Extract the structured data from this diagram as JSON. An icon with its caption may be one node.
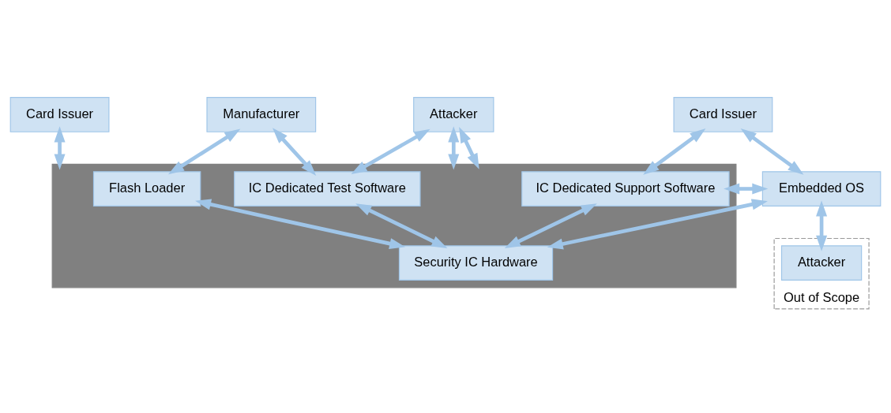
{
  "diagram": {
    "nodes": [
      {
        "text": [
          "Manufacturer"
        ]
      },
      {
        "text": [
          "Card Issuer"
        ]
      },
      {
        "text": [
          "Card Issuer"
        ]
      },
      {
        "text": [],
        "shape": "box"
      },
      {
        "text": [
          "Flash Loader"
        ],
        "in": 3
      },
      {
        "text": [
          "Attacker"
        ]
      },
      {
        "text": [
          "Out of Scope"
        ]
      },
      {
        "text": [
          "IC Dedicated Test Software"
        ],
        "in": 3
      },
      {
        "text": [
          "IC Dedicated Support Software"
        ],
        "in": 3
      },
      {
        "text": [
          "Embedded OS"
        ]
      },
      {
        "text": [
          "Attacker"
        ],
        "in": 6
      },
      {
        "text": [
          "Security IC Hardware"
        ],
        "in": 3
      }
    ],
    "edges": [
      {
        "from": 0,
        "to": 4,
        "arrow": "both"
      },
      {
        "from": 0,
        "to": 7,
        "arrow": "both"
      },
      {
        "from": 1,
        "to": 8,
        "arrow": "both"
      },
      {
        "from": 1,
        "to": 9,
        "arrow": "both"
      },
      {
        "from": 2,
        "to": 3,
        "arrow": "both"
      },
      {
        "from": 5,
        "to": 3,
        "arrow": "both"
      },
      {
        "from": 5,
        "to": 7,
        "arrow": "both"
      },
      {
        "from": 5,
        "to": 3,
        "arrow": "both"
      },
      {
        "from": 4,
        "to": 11,
        "arrow": "both"
      },
      {
        "from": 7,
        "to": 11,
        "arrow": "both"
      },
      {
        "from": 8,
        "to": 11,
        "arrow": "both"
      },
      {
        "from": 8,
        "to": 9,
        "arrow": "both"
      },
      {
        "from": 9,
        "to": 11,
        "arrow": "both"
      },
      {
        "from": 9,
        "to": 10,
        "arrow": "both"
      }
    ]
  }
}
